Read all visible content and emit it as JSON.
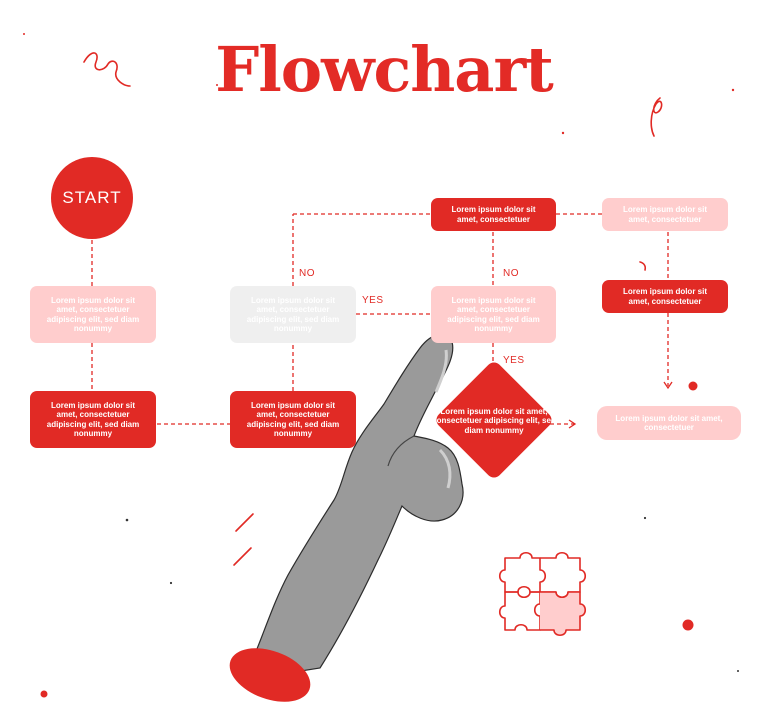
{
  "title": "Flowchart",
  "start_label": "START",
  "box_text_long": "Lorem ipsum dolor sit amet, consectetuer adipiscing elit, sed diam nonummy",
  "box_text_short": "Lorem ipsum dolor sit amet, consectetuer",
  "labels": {
    "no_left": "NO",
    "no_right": "NO",
    "yes_left": "YES",
    "yes_down": "YES"
  },
  "colors": {
    "accent": "#e12a25",
    "pink": "#ffcdcd",
    "grey": "#efefef"
  }
}
